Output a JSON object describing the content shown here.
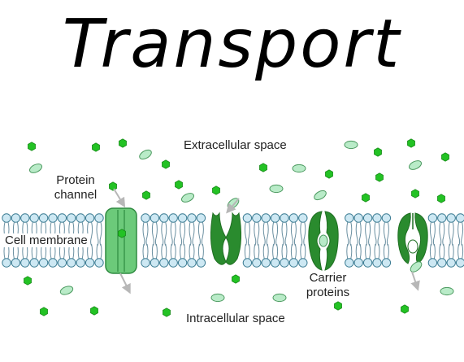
{
  "title": "Transport",
  "labels": {
    "extracellular": "Extracellular space",
    "intracellular": "Intracellular space",
    "protein_channel_line1": "Protein",
    "protein_channel_line2": "channel",
    "cell_membrane": "Cell membrane",
    "carrier_line1": "Carrier",
    "carrier_line2": "proteins"
  },
  "colors": {
    "lipid_head": "#cde8f3",
    "lipid_head_stroke": "#3c7c93",
    "tail": "#6a8fa0",
    "channel": "#6cca7a",
    "channel_stroke": "#2e8a40",
    "carrier": "#2a8b2e",
    "carrier_dark": "#1f6e22",
    "hexagon": "#23c224",
    "ellipse_fill": "#b9ebc8",
    "ellipse_stroke": "#4c9a60",
    "arrow": "#b7b7b7"
  }
}
